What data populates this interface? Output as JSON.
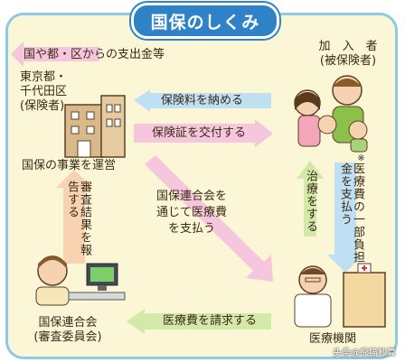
{
  "title": "国保のしくみ",
  "parties": {
    "insurer_funding": "国や都・区からの支出金等",
    "insurer_lines": [
      "東京都・",
      "千代田区",
      "(保険者)"
    ],
    "insurer_role": "国保の事業を運営",
    "insured_lines": [
      "加　入　者",
      "(被保険者)"
    ],
    "hospital": "医療機関",
    "federation_lines": [
      "国保連合会",
      "(審査委員会)"
    ]
  },
  "flows": {
    "pay_premium": "保険料を納める",
    "issue_card": "保険証を交付する",
    "copay": "医療費の一部負担金を支払う",
    "copay_mark": "※",
    "treatment": "治療をする",
    "claim": "医療費を請求する",
    "federation_pays_lines": [
      "国保連合会を",
      "通じて医療費",
      "を支払う"
    ],
    "report": "審査結果を報告する"
  },
  "watermark": "头条@熊猫秒算",
  "colors": {
    "frame_border": "#8ec9e6",
    "background": "#fbf7d6",
    "title_bg": "#2f82c6",
    "pink": "#f6c6dc",
    "blue_arrow": "#bfe0f2",
    "green_arrow": "#d2e9a7",
    "orange_arrow": "#f7d3b1"
  }
}
